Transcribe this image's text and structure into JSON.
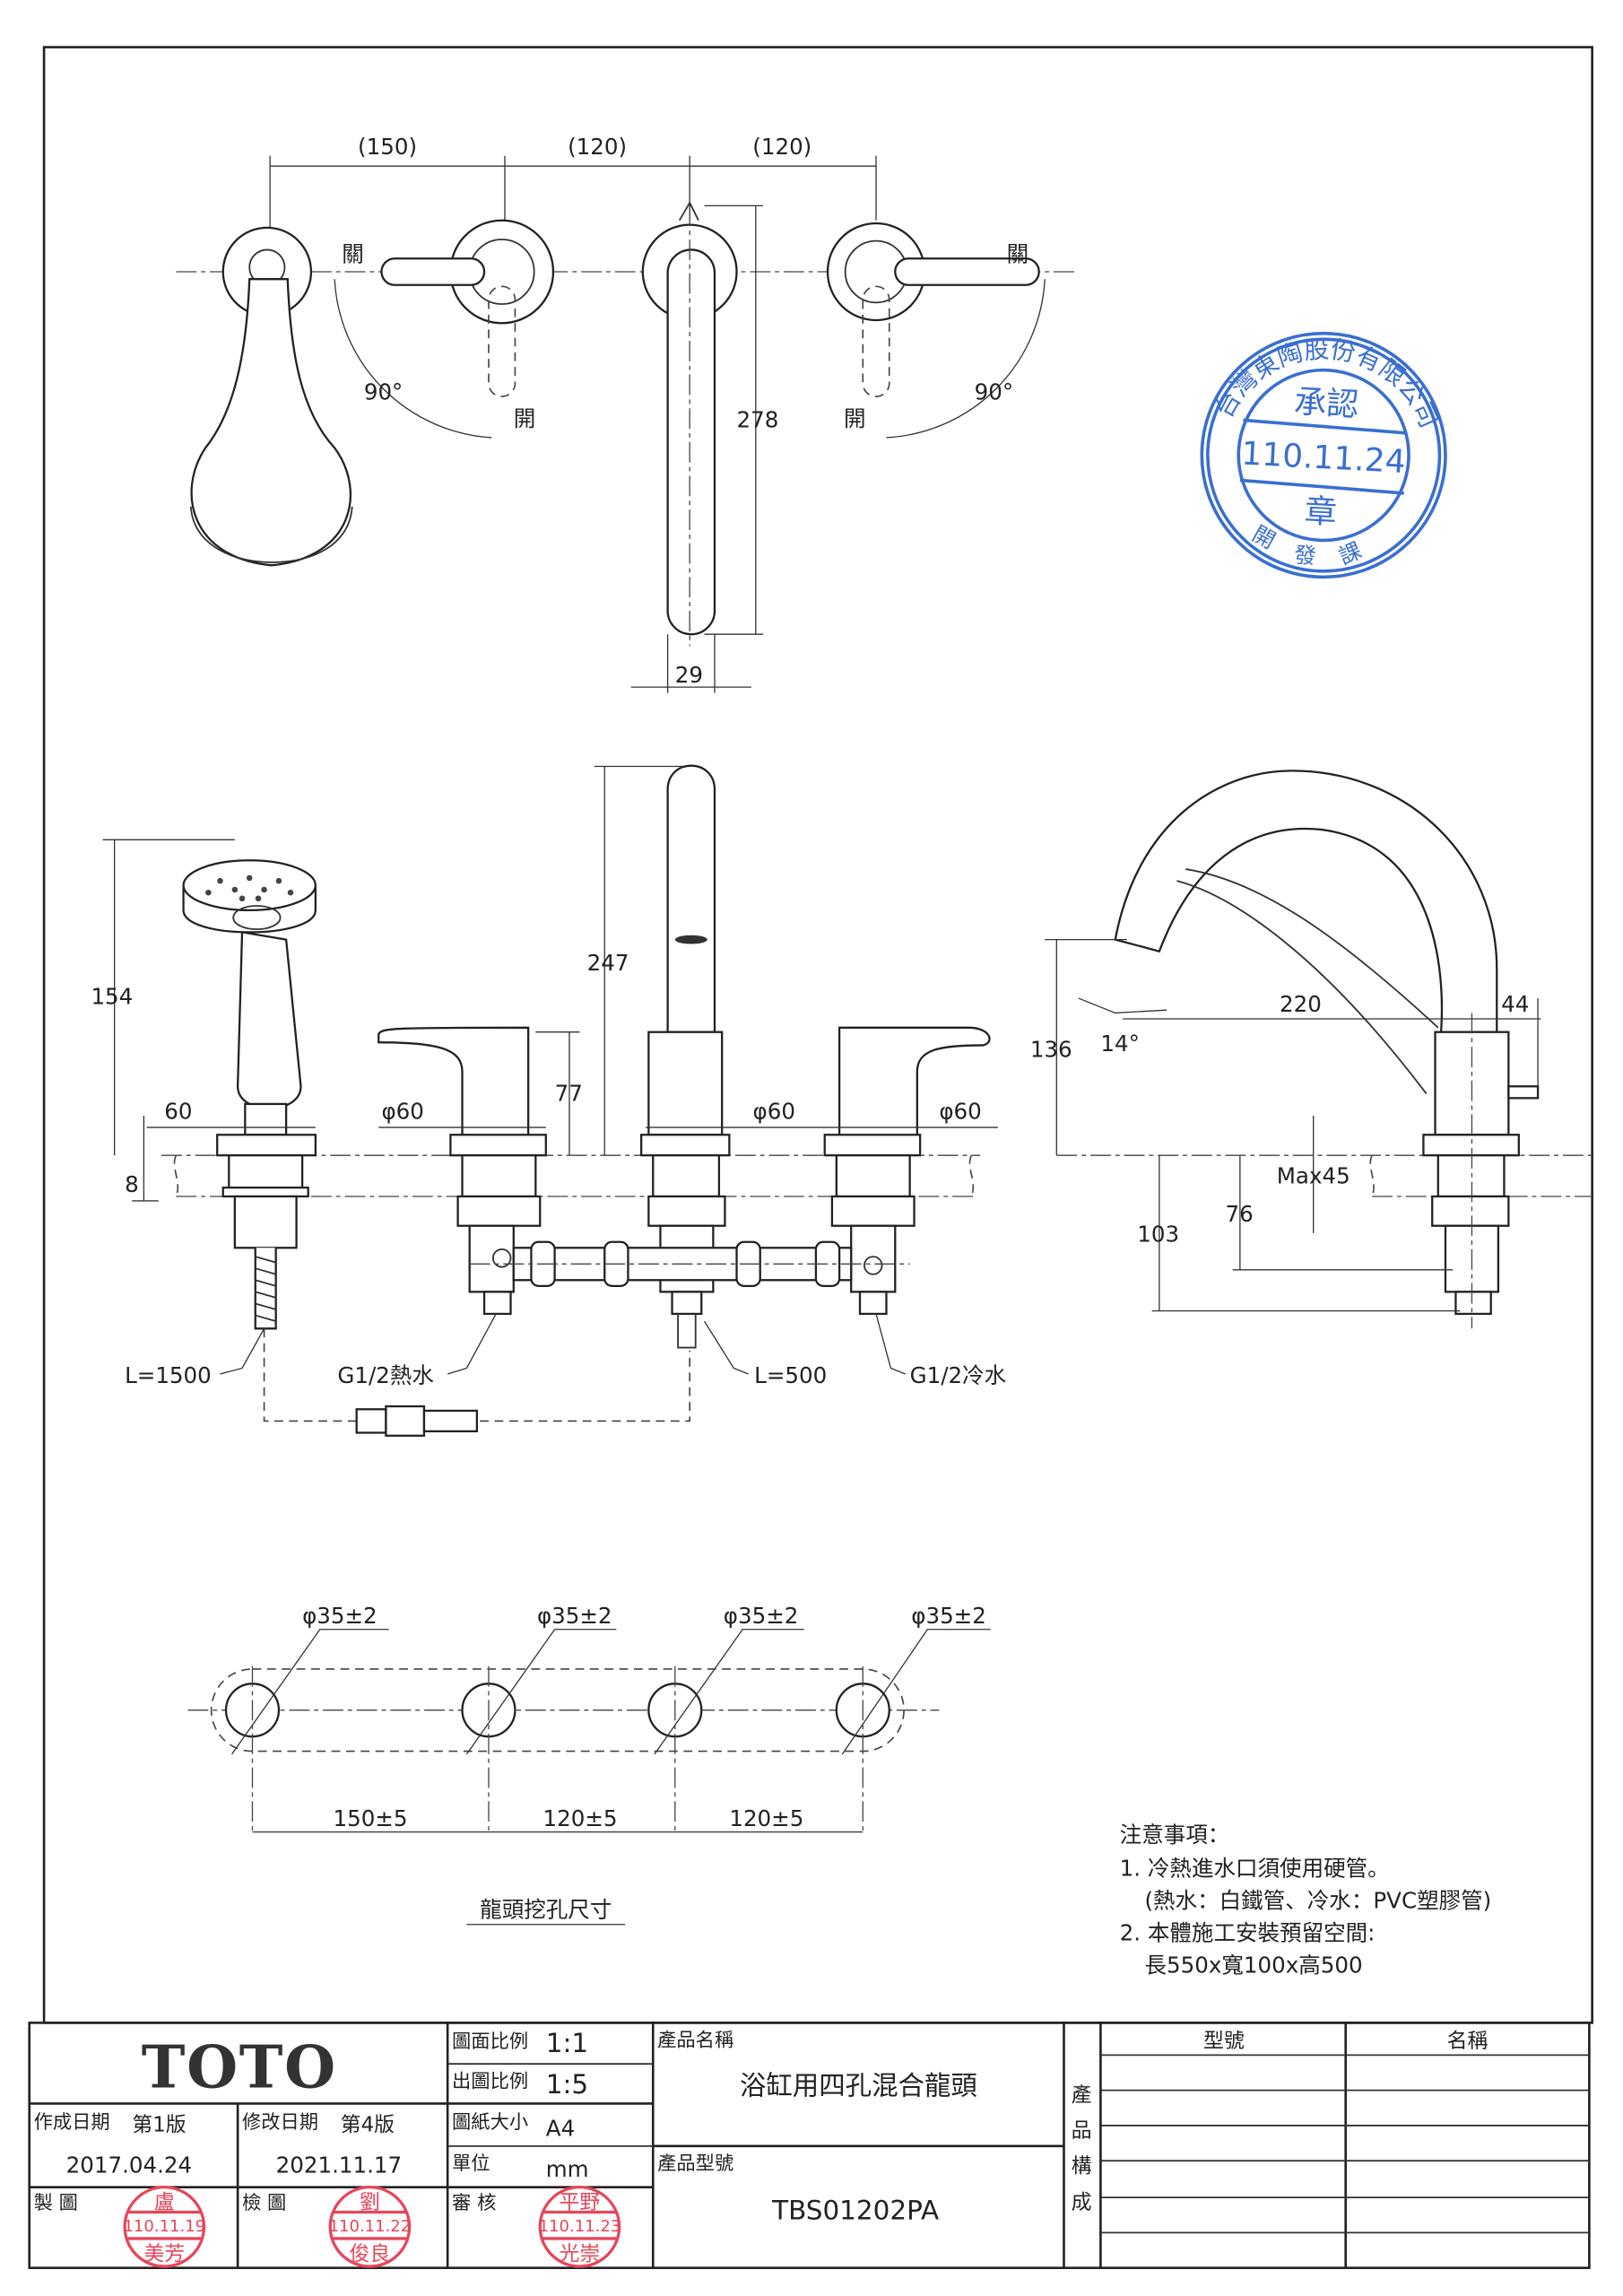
{
  "top_view": {
    "dims": [
      "(150)",
      "(120)",
      "(120)"
    ],
    "close_left": "關",
    "open_left": "開",
    "open_right": "開",
    "close_right": "關",
    "angle_left": "90°",
    "angle_right": "90°",
    "spout_height": "278",
    "spout_width": "29"
  },
  "front_view": {
    "hand_shower_height": "154",
    "base_width": "60",
    "deck_offset": "8",
    "dia_left": "φ60",
    "dia_mid": "φ60",
    "dia_right": "φ60",
    "spout_height": "247",
    "handle_height": "77",
    "hose_length": "L=1500",
    "hot_inlet": "G1/2熱水",
    "outlet_hose": "L=500",
    "cold_inlet": "G1/2冷水"
  },
  "side_view": {
    "height": "136",
    "angle": "14°",
    "reach": "220",
    "base": "44",
    "max_deck": "Max45",
    "depth_76": "76",
    "depth_103": "103"
  },
  "hole_plan": {
    "hole_dia": [
      "φ35±2",
      "φ35±2",
      "φ35±2",
      "φ35±2"
    ],
    "spacing": [
      "150±5",
      "120±5",
      "120±5"
    ],
    "caption": "龍頭挖孔尺寸"
  },
  "notes": {
    "title": "注意事項：",
    "lines": [
      "1. 冷熱進水口須使用硬管。",
      "(熱水：白鐵管、冷水：PVC塑膠管)",
      "2. 本體施工安裝預留空間:",
      "長550x寬100x高500"
    ]
  },
  "approval_stamp": {
    "company": "台灣東陶股份有限公司",
    "approved": "承認",
    "date": "110.11.24",
    "seal": "章",
    "dept": "開發課",
    "color": "#3a6fd0"
  },
  "title_block": {
    "logo": "TOTO",
    "scale_label": "圖面比例",
    "scale_value": "1:1",
    "print_scale_label": "出圖比例",
    "print_scale_value": "1:5",
    "paper_label": "圖紙大小",
    "paper_value": "A4",
    "unit_label": "單位",
    "unit_value": "mm",
    "created_label": "作成日期",
    "created_edition": "第1版",
    "created_date": "2017.04.24",
    "revised_label": "修改日期",
    "revised_edition": "第4版",
    "revised_date": "2021.11.17",
    "drawn_label": "製 圖",
    "checked_label": "檢 圖",
    "approved_label": "審 核",
    "product_name_label": "產品名稱",
    "product_name": "浴缸用四孔混合龍頭",
    "product_model_label": "產品型號",
    "product_model": "TBS01202PA",
    "composition_label": [
      "產",
      "品",
      "構",
      "成"
    ],
    "composition_headers": [
      "型號",
      "名稱"
    ],
    "stamp_color": "#e8455a",
    "stamps": [
      {
        "surname": "盧",
        "date": "110.11.19",
        "name": "美芳"
      },
      {
        "surname": "劉",
        "date": "110.11.22",
        "name": "俊良"
      },
      {
        "surname": "平野",
        "date": "110.11.23",
        "name": "光崇"
      }
    ]
  }
}
